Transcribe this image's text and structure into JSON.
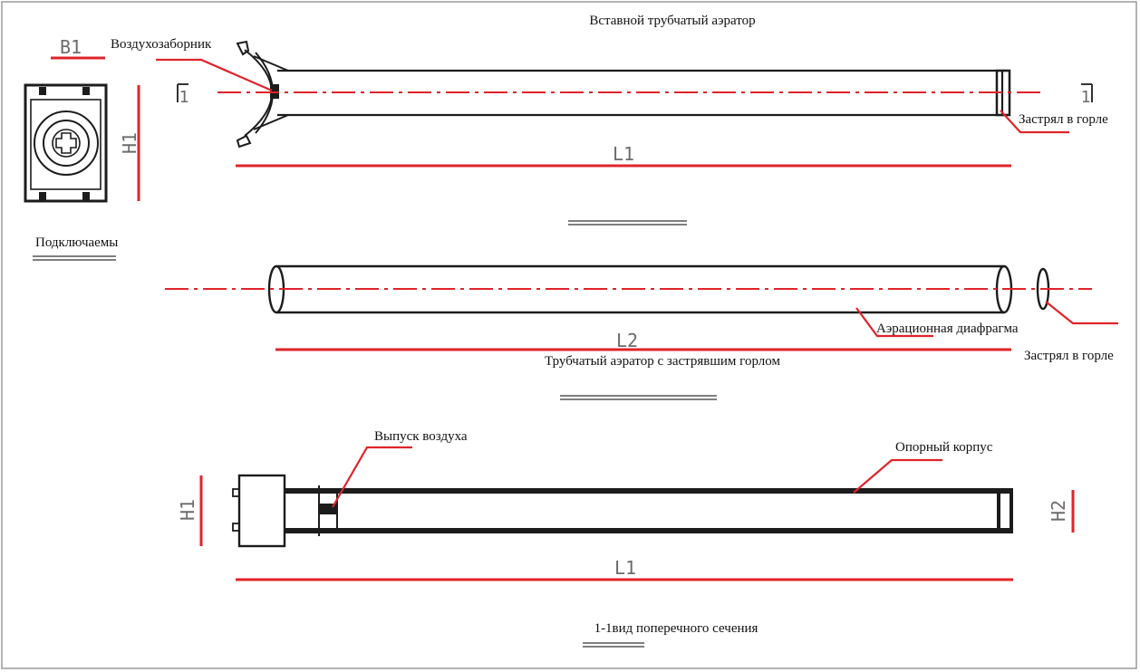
{
  "colors": {
    "dimension": "#e0242a",
    "outline": "#1c1c1c",
    "text": "#111111",
    "dim_text": "#6b6b6b"
  },
  "views": {
    "insert": {
      "title": "Вставной трубчатый аэратор",
      "label_intake": "Воздухозаборник",
      "label_neck": "Застрял в горле",
      "dim_length": "L1",
      "section_left": "1",
      "section_right": "1"
    },
    "connector": {
      "title": "Подключаемы",
      "dim_width": "B1",
      "dim_height": "H1"
    },
    "stuck": {
      "title": "Трубчатый аэратор с застрявшим горлом",
      "label_membrane": "Аэрационная диафрагма",
      "label_neck": "Застрял в горле",
      "dim_length": "L2"
    },
    "section": {
      "title": "1-1вид поперечного сечения",
      "label_outlet": "Выпуск воздуха",
      "label_body": "Опорный корпус",
      "dim_h1": "H1",
      "dim_h2": "H2",
      "dim_length": "L1"
    }
  }
}
